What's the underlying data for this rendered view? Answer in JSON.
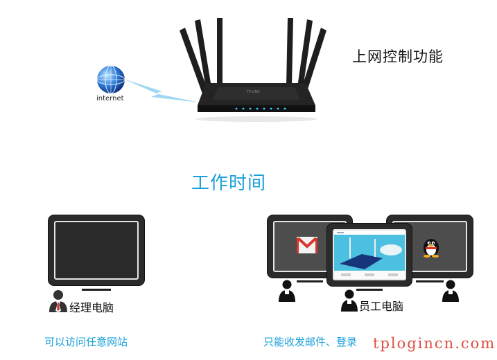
{
  "router": {
    "brand": "TP-LINK",
    "feature_title": "上网控制功能"
  },
  "globe": {
    "label": "internet"
  },
  "section": {
    "title": "工作时间"
  },
  "manager": {
    "label": "经理电脑",
    "caption": "可以访问任意网站"
  },
  "staff": {
    "label": "员工电脑",
    "caption": "只能收发邮件、登录"
  },
  "watermark": "tplogincn.com",
  "colors": {
    "accent_blue": "#1aa0d8",
    "watermark_red": "#d93a2b",
    "mail_red": "#d8362b",
    "manager_tie": "#d03a2f"
  }
}
